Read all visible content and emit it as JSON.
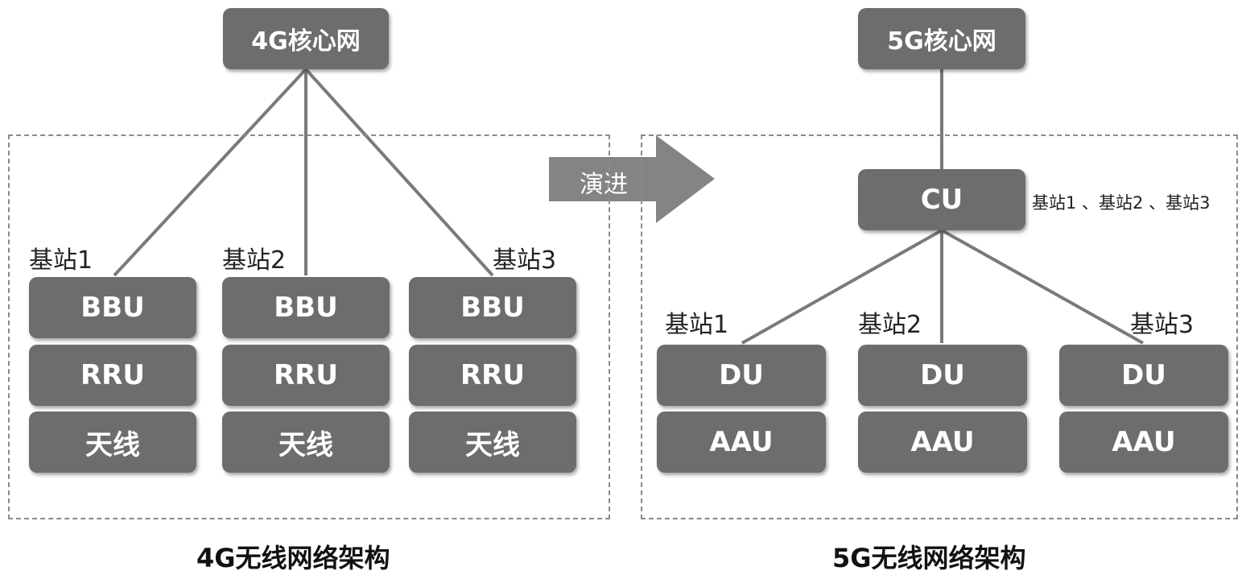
{
  "colors": {
    "box_fill": "#6d6d6d",
    "line": "#7a7a7a",
    "frame": "#8a8a8a",
    "arrow": "#848484"
  },
  "left": {
    "core": "4G核心网",
    "caption": "4G无线网络架构",
    "stations": [
      {
        "label": "基站1",
        "units": [
          "BBU",
          "RRU",
          "天线"
        ]
      },
      {
        "label": "基站2",
        "units": [
          "BBU",
          "RRU",
          "天线"
        ]
      },
      {
        "label": "基站3",
        "units": [
          "BBU",
          "RRU",
          "天线"
        ]
      }
    ]
  },
  "arrow": {
    "label": "演进"
  },
  "right": {
    "core": "5G核心网",
    "cu": "CU",
    "cu_note": "基站1 、基站2 、基站3",
    "caption": "5G无线网络架构",
    "stations": [
      {
        "label": "基站1",
        "units": [
          "DU",
          "AAU"
        ]
      },
      {
        "label": "基站2",
        "units": [
          "DU",
          "AAU"
        ]
      },
      {
        "label": "基站3",
        "units": [
          "DU",
          "AAU"
        ]
      }
    ]
  }
}
